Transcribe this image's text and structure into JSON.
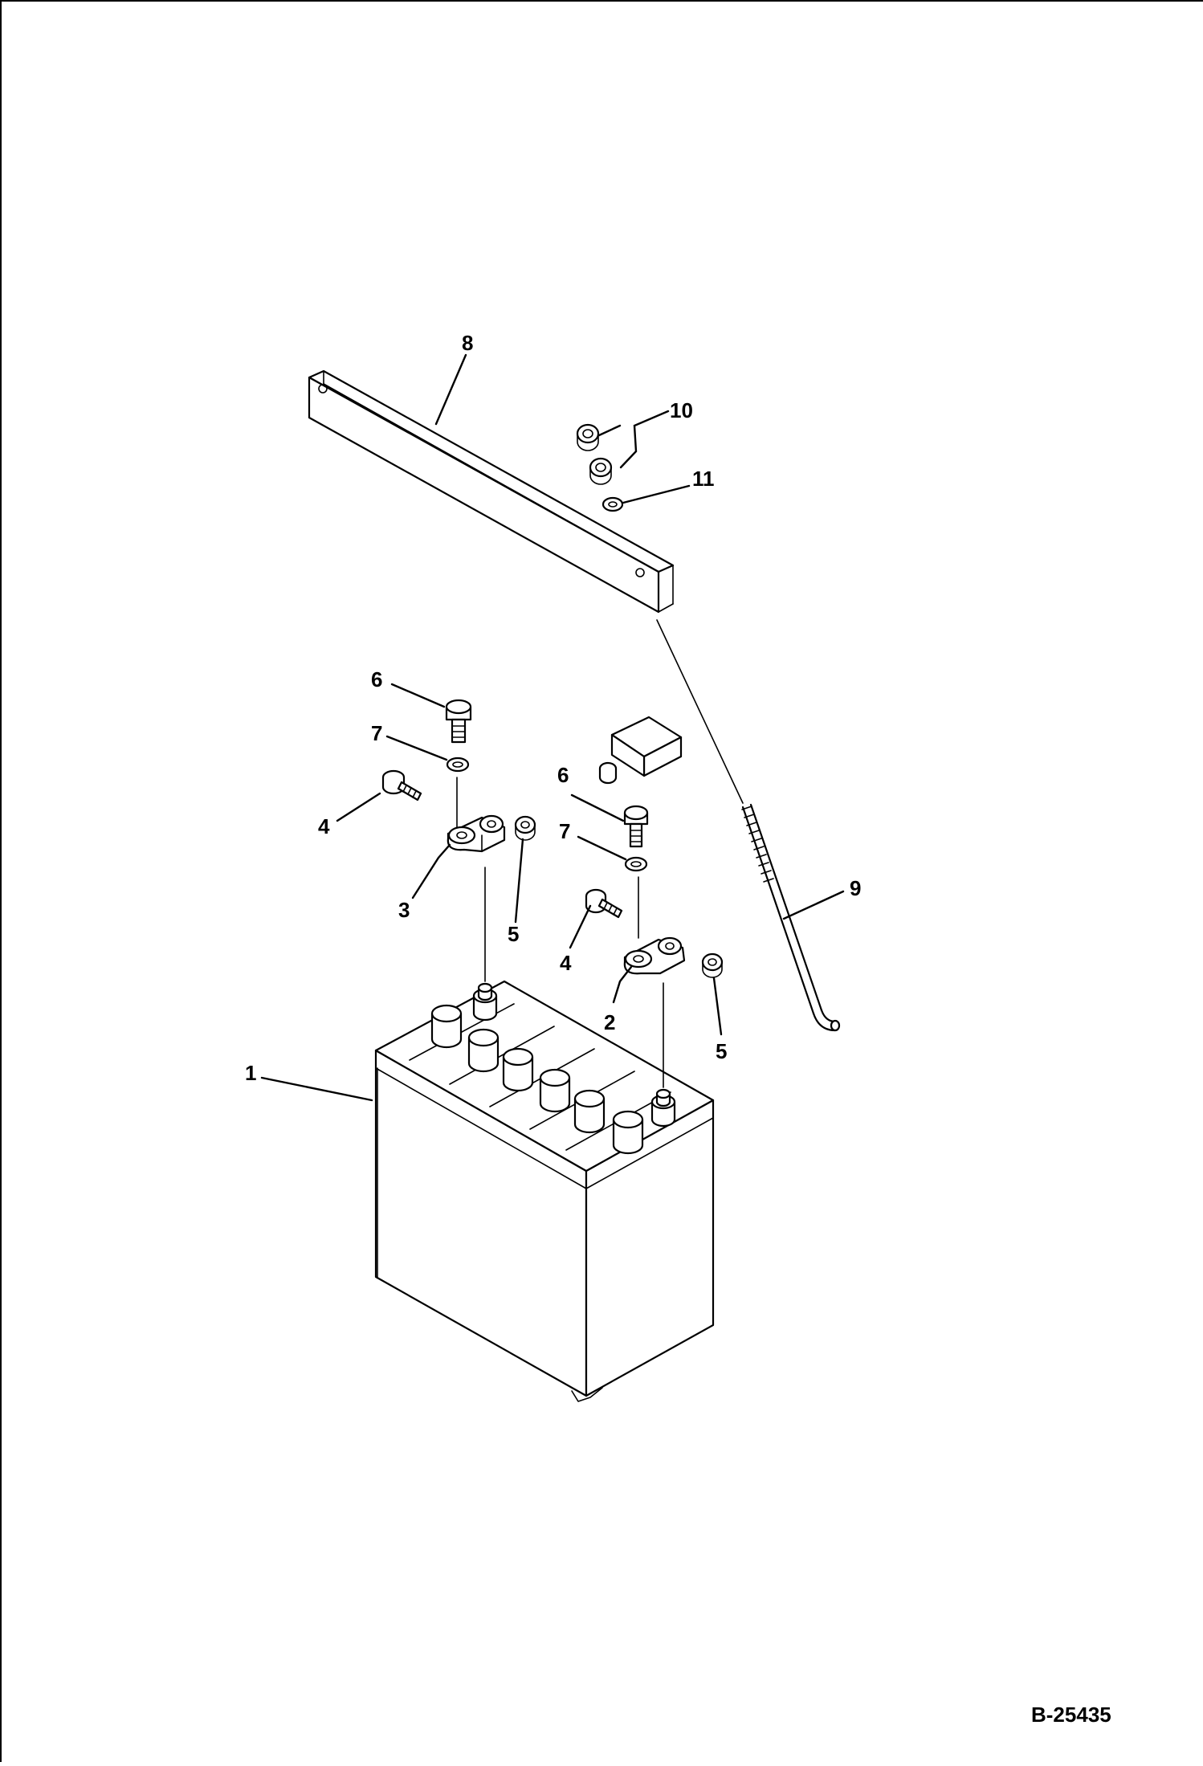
{
  "diagram": {
    "drawing_code": "B-25435",
    "callouts": {
      "battery": "1",
      "terminal_right": "2",
      "terminal_left": "3",
      "bolt_left": "4",
      "bolt_right": "4",
      "nut_left": "5",
      "nut_right": "5",
      "bolt_top_left": "6",
      "bolt_top_right": "6",
      "washer_left": "7",
      "washer_right": "7",
      "bracket": "8",
      "rod": "9",
      "nut_pair": "10",
      "washer_top": "11"
    }
  }
}
